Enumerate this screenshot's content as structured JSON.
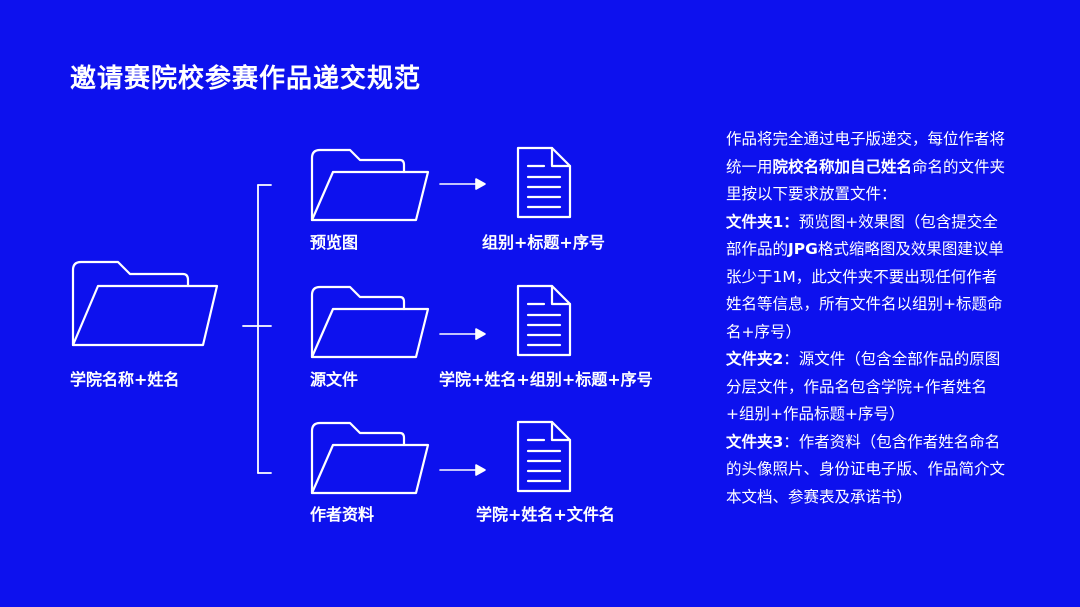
{
  "page": {
    "title": "邀请赛院校参赛作品递交规范"
  },
  "diagram": {
    "root_label": "学院名称+姓名",
    "folders": [
      {
        "label": "预览图",
        "file_label": "组别+标题+序号"
      },
      {
        "label": "源文件",
        "file_label": "学院+姓名+组别+标题+序号"
      },
      {
        "label": "作者资料",
        "file_label": "学院+姓名+文件名"
      }
    ]
  },
  "description": {
    "intro_a": "作品将完全通过电子版递交，每位作者将统一用",
    "intro_bold": "院校名称加自己姓名",
    "intro_b": "命名的文件夹里按以下要求放置文件：",
    "item1_label": "文件夹1：",
    "item1_a": "预览图+效果图（包含提交全部作品的",
    "item1_bold": "JPG",
    "item1_b": "格式缩略图及效果图建议单张少于1M，此文件夹不要出现任何作者姓名等信息，所有文件名以组别+标题命名+序号）",
    "item2_label": "文件夹2",
    "item2_text": "：源文件（包含全部作品的原图分层文件，作品名包含学院+作者姓名+组别+作品标题+序号）",
    "item3_label": "文件夹3",
    "item3_text": "：作者资料（包含作者姓名命名的头像照片、身份证电子版、作品简介文本文档、参赛表及承诺书）"
  }
}
